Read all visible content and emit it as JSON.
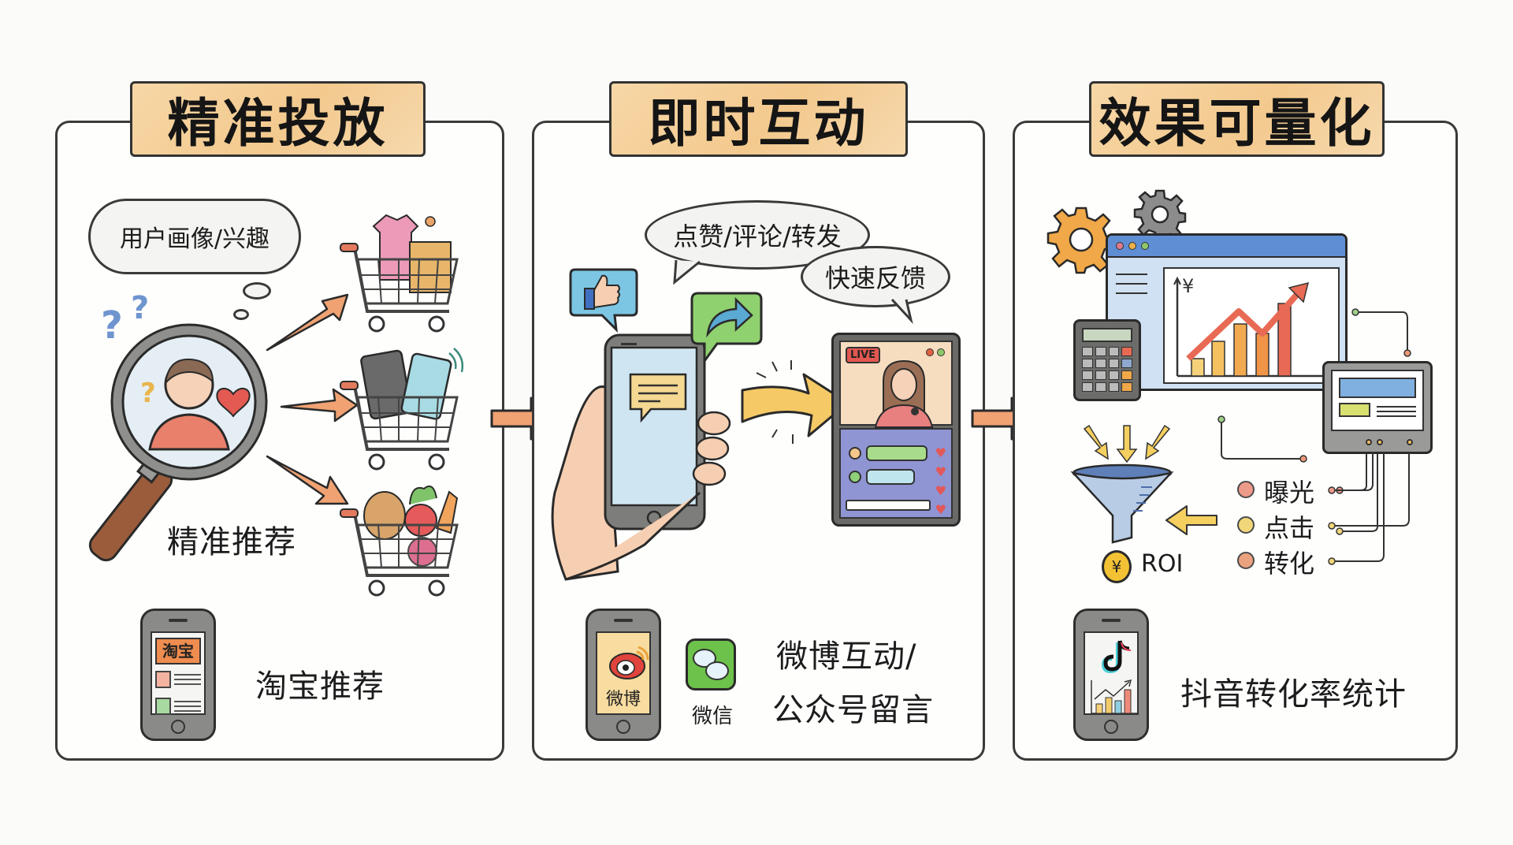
{
  "panels": [
    {
      "title": "精准投放",
      "thought_cloud": "用户画像/兴趣",
      "caption": "精准推荐",
      "platform_app_label": "淘宝",
      "platform_caption": "淘宝推荐",
      "cart_categories": [
        "clothing-cart",
        "electronics-cart",
        "groceries-cart"
      ]
    },
    {
      "title": "即时互动",
      "speech_bubbles": [
        "点赞/评论/转发",
        "快速反馈"
      ],
      "live_badge": "LIVE",
      "platform_app_labels": [
        "微博",
        "微信"
      ],
      "platform_caption_line1": "微博互动/",
      "platform_caption_line2": "公众号留言"
    },
    {
      "title": "效果可量化",
      "chart_currency_symbol": "¥",
      "metrics": [
        {
          "label": "曝光",
          "color": "#ee9a8a"
        },
        {
          "label": "点击",
          "color": "#f2d77a"
        },
        {
          "label": "转化",
          "color": "#eaa27f"
        }
      ],
      "roi_coin_symbol": "¥",
      "roi_label": "ROI",
      "platform_caption": "抖音转化率统计"
    }
  ],
  "colors": {
    "title_bg": "#f5cf98",
    "arrow_orange": "#f0a273",
    "panel_border": "#3a3a3a",
    "background": "#fbfbf9"
  }
}
